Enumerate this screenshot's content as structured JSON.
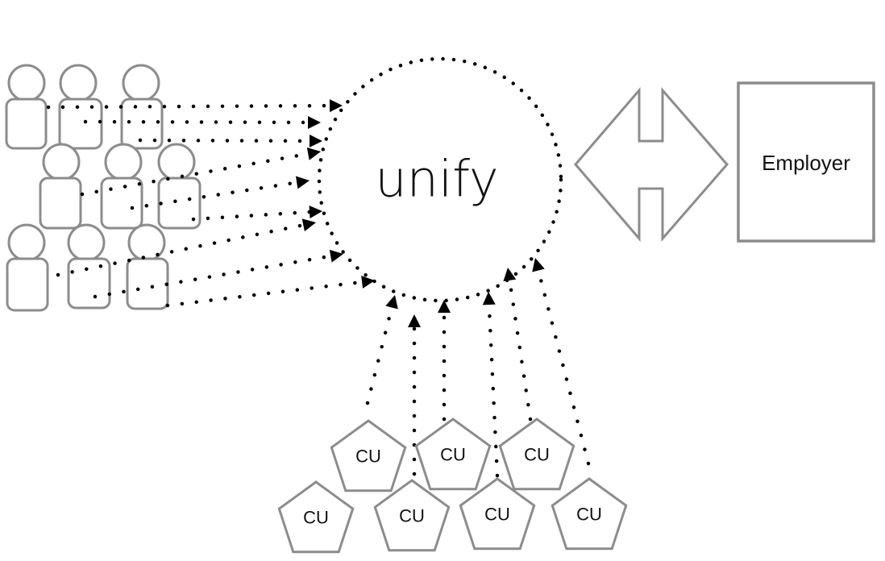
{
  "diagram": {
    "hub": {
      "label": "unify"
    },
    "employer": {
      "label": "Employer"
    },
    "exchange_arrow": {
      "icon": "double-headed-arrow-icon"
    },
    "members": {
      "count": 9,
      "icon": "person-icon"
    },
    "credit_unions": [
      {
        "label": "CU"
      },
      {
        "label": "CU"
      },
      {
        "label": "CU"
      },
      {
        "label": "CU"
      },
      {
        "label": "CU"
      },
      {
        "label": "CU"
      },
      {
        "label": "CU"
      }
    ],
    "colors": {
      "outline": "#8c8c8c",
      "dots": "#000000",
      "text": "#111111",
      "background": "#ffffff"
    }
  }
}
